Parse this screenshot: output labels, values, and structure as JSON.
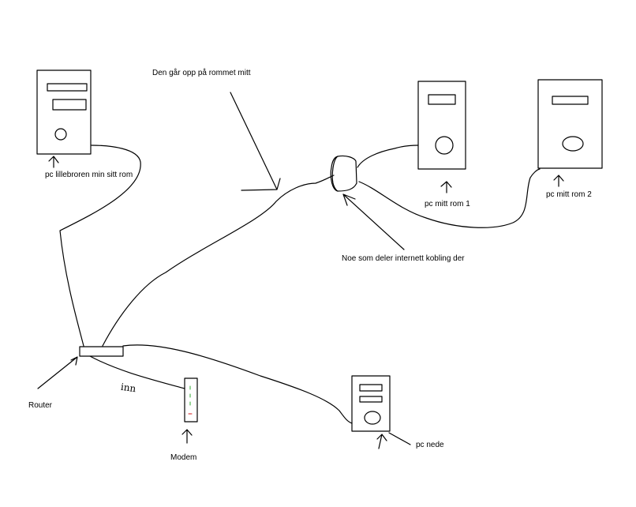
{
  "labels": {
    "pc_lillebroren": "pc lillebroren min sitt rom",
    "den_gar_opp": "Den går opp på rommet mitt",
    "pc_rom1": "pc mitt rom 1",
    "pc_rom2": "pc mitt rom 2",
    "splitter": "Noe som deler internett kobling der",
    "router": "Router",
    "modem": "Modem",
    "pc_nede": "pc nede",
    "scribble": "inn"
  },
  "colors": {
    "stroke": "#000000",
    "background": "#ffffff",
    "modem_led_green": "#2ea82e",
    "modem_led_red": "#d11a1a"
  }
}
